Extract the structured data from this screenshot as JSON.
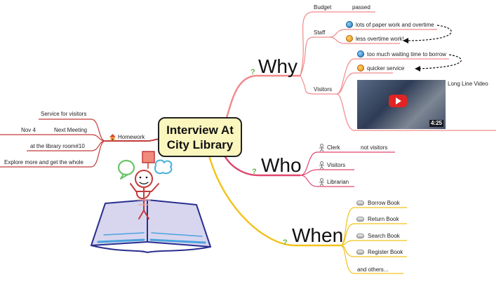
{
  "central_topic": {
    "line1": "Interview At",
    "line2": "City Library"
  },
  "why": {
    "label": "Why",
    "budget": {
      "label": "Budget",
      "detail": "passed"
    },
    "staff": {
      "label": "Staff",
      "items": [
        "lots of paper work and overtime",
        "less overtime work!"
      ]
    },
    "visitors": {
      "label": "Visitors",
      "items": [
        "too much waiting time to borrow",
        "quicker service"
      ],
      "video_title": "Long Line Video",
      "video_duration": "4:25"
    }
  },
  "who": {
    "label": "Who",
    "items": [
      {
        "label": "Clerk",
        "note": "not visitors"
      },
      {
        "label": "Visitors"
      },
      {
        "label": "Librarian"
      }
    ]
  },
  "when": {
    "label": "When",
    "items": [
      "Borrow Book",
      "Return Book",
      "Search Book",
      "Register Book"
    ],
    "more": "and others..."
  },
  "homework": {
    "label": "Homework",
    "items": [
      {
        "label": "Service for visitors"
      },
      {
        "label": "Next Meeting",
        "note": "Nov 4"
      },
      {
        "label": "at the library room#10"
      },
      {
        "label": "Explore more and get the whole"
      }
    ]
  },
  "colors": {
    "why_branch": "#f08a8a",
    "who_branch": "#e0466e",
    "when_branch": "#f2c21a",
    "homework_branch": "#c23b3b",
    "hint_mark": "#6ab04c"
  },
  "icons": {
    "staff_item_icons": [
      "globe-icon",
      "smiley-icon"
    ],
    "visitor_item_icons": [
      "globe-icon",
      "smiley-icon"
    ],
    "who_item_icon": "person-icon",
    "when_item_icon": "pill-icon",
    "homework_icon": "house-icon",
    "hint_icon": "question-mark-icon"
  }
}
